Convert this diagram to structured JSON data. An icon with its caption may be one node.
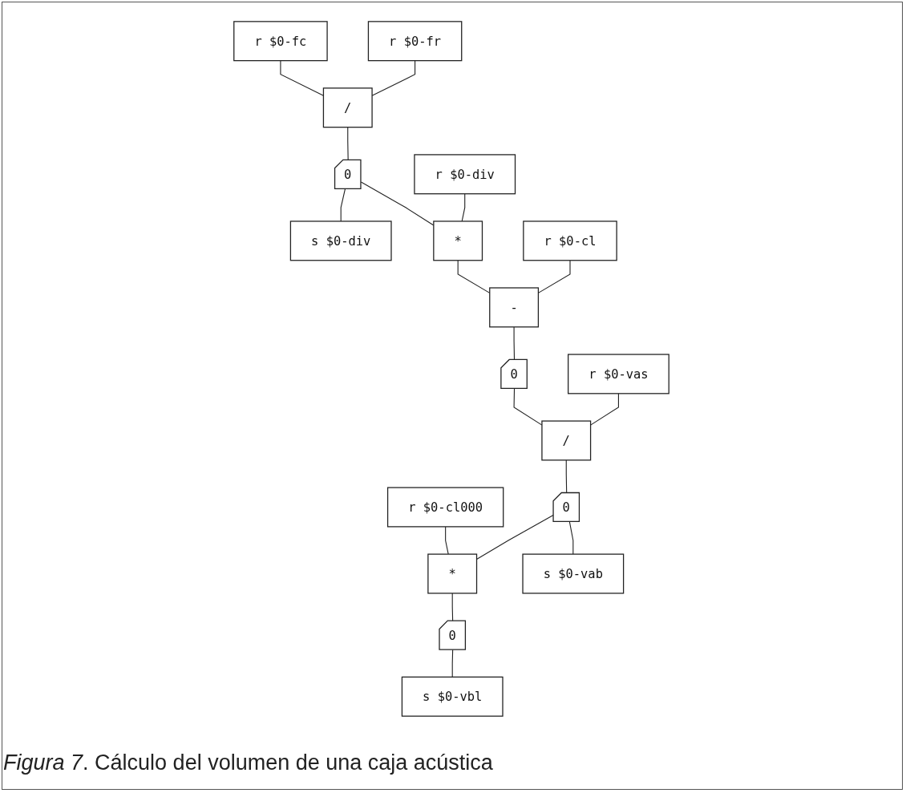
{
  "diagram": {
    "caption": "*Figura 7*. Cálculo del volumen de una caja acústica",
    "nodes": [
      {
        "text": [
          "r $0-fc"
        ]
      },
      {
        "text": [
          "r $0-fr"
        ]
      },
      {
        "text": [
          "/"
        ]
      },
      {
        "text": [
          "0"
        ]
      },
      {
        "text": [
          "s $0-div"
        ]
      },
      {
        "text": [
          "r $0-div"
        ]
      },
      {
        "text": [
          "*"
        ]
      },
      {
        "text": [
          "r $0-cl"
        ]
      },
      {
        "text": [
          "-"
        ]
      },
      {
        "text": [
          "0"
        ]
      },
      {
        "text": [
          "r $0-vas"
        ]
      },
      {
        "text": [
          "/"
        ]
      },
      {
        "text": [
          "0"
        ]
      },
      {
        "text": [
          "*"
        ]
      },
      {
        "text": [
          "s $0-vab"
        ]
      },
      {
        "text": [
          "r $0-cl000"
        ]
      },
      {
        "text": [
          "0"
        ]
      },
      {
        "text": [
          "s $0-vbl"
        ]
      }
    ],
    "edges": [
      {
        "from": 0,
        "to": 2,
        "arrow": "none"
      },
      {
        "from": 1,
        "to": 2,
        "arrow": "none"
      },
      {
        "from": 2,
        "to": 3,
        "arrow": "none"
      },
      {
        "from": 3,
        "to": 4,
        "arrow": "none"
      },
      {
        "from": 3,
        "to": 6,
        "arrow": "none"
      },
      {
        "from": 5,
        "to": 6,
        "arrow": "none"
      },
      {
        "from": 6,
        "to": 8,
        "arrow": "none"
      },
      {
        "from": 7,
        "to": 8,
        "arrow": "none"
      },
      {
        "from": 8,
        "to": 9,
        "arrow": "none"
      },
      {
        "from": 9,
        "to": 11,
        "arrow": "none"
      },
      {
        "from": 10,
        "to": 11,
        "arrow": "none"
      },
      {
        "from": 11,
        "to": 12,
        "arrow": "none"
      },
      {
        "from": 12,
        "to": 13,
        "arrow": "none"
      },
      {
        "from": 12,
        "to": 14,
        "arrow": "none"
      },
      {
        "from": 15,
        "to": 13,
        "arrow": "none"
      },
      {
        "from": 13,
        "to": 16,
        "arrow": "none"
      },
      {
        "from": 16,
        "to": 17,
        "arrow": "none"
      }
    ]
  }
}
